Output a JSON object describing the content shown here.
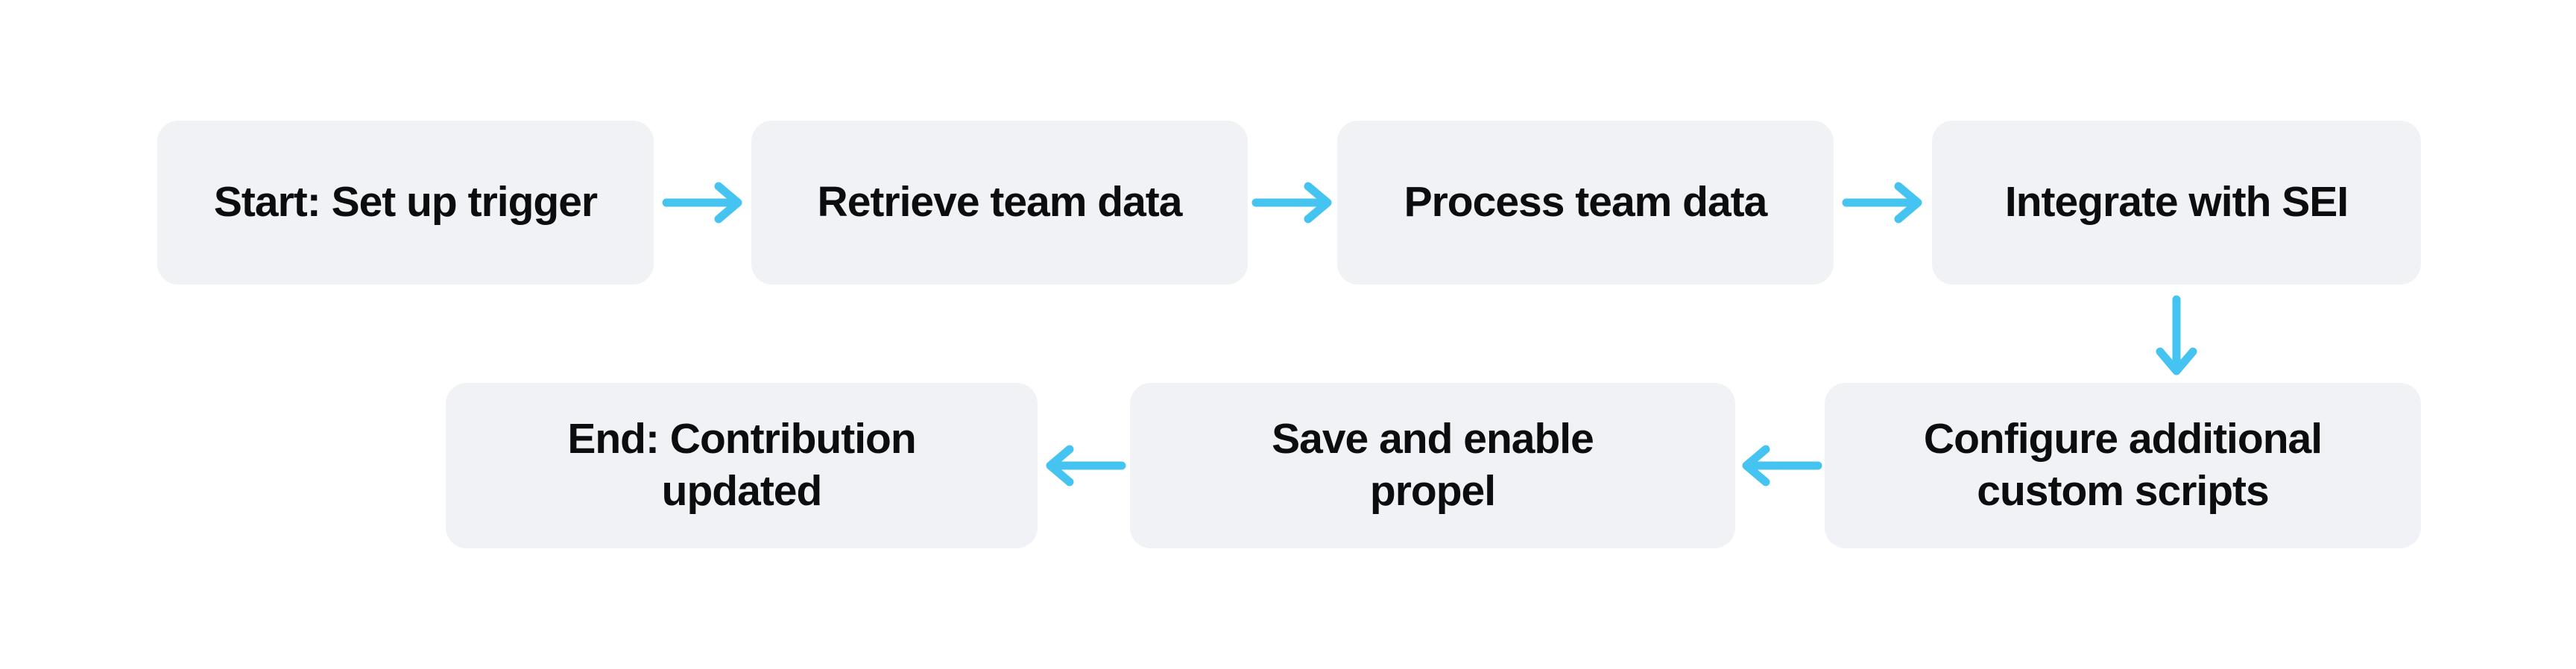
{
  "colors": {
    "background": "#ffffff",
    "node_fill": "#f1f2f6",
    "arrow": "#45c4f1",
    "text": "#0c0d0f"
  },
  "diagram": {
    "type": "flowchart",
    "nodes": [
      {
        "id": "start",
        "label": "Start: Set up trigger"
      },
      {
        "id": "retrieve",
        "label": "Retrieve team data"
      },
      {
        "id": "process",
        "label": "Process team data"
      },
      {
        "id": "integrate",
        "label": "Integrate with SEI"
      },
      {
        "id": "configure",
        "label": "Configure additional\ncustom scripts"
      },
      {
        "id": "save",
        "label": "Save and enable\npropel"
      },
      {
        "id": "end",
        "label": "End: Contribution\nupdated"
      }
    ],
    "edges": [
      {
        "from": "start",
        "to": "retrieve",
        "direction": "right"
      },
      {
        "from": "retrieve",
        "to": "process",
        "direction": "right"
      },
      {
        "from": "process",
        "to": "integrate",
        "direction": "right"
      },
      {
        "from": "integrate",
        "to": "configure",
        "direction": "down"
      },
      {
        "from": "configure",
        "to": "save",
        "direction": "left"
      },
      {
        "from": "save",
        "to": "end",
        "direction": "left"
      }
    ]
  }
}
